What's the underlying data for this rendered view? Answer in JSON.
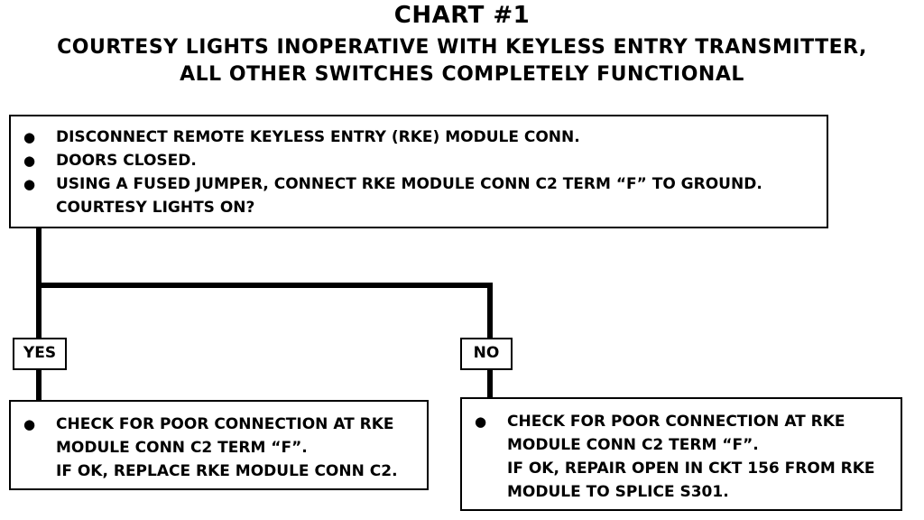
{
  "title": "CHART #1",
  "subtitle_line1": "COURTESY LIGHTS INOPERATIVE WITH KEYLESS ENTRY TRANSMITTER,",
  "subtitle_line2": "ALL OTHER SWITCHES COMPLETELY FUNCTIONAL",
  "bullet_char": "●",
  "top_box": {
    "steps": [
      "DISCONNECT REMOTE KEYLESS ENTRY (RKE) MODULE CONN.",
      "DOORS CLOSED.",
      "USING A FUSED JUMPER, CONNECT RKE MODULE CONN C2 TERM “F” TO GROUND."
    ],
    "question": "COURTESY LIGHTS ON?"
  },
  "branches": {
    "yes_label": "YES",
    "no_label": "NO"
  },
  "yes_box": {
    "line1": "CHECK FOR POOR CONNECTION AT RKE",
    "line2": "MODULE CONN C2 TERM “F”.",
    "line3": "IF OK, REPLACE RKE MODULE CONN C2."
  },
  "no_box": {
    "line1": "CHECK FOR POOR CONNECTION AT RKE",
    "line2": "MODULE CONN C2 TERM “F”.",
    "line3": "IF OK, REPAIR OPEN IN CKT 156 FROM RKE",
    "line4": "MODULE TO SPLICE S301."
  }
}
